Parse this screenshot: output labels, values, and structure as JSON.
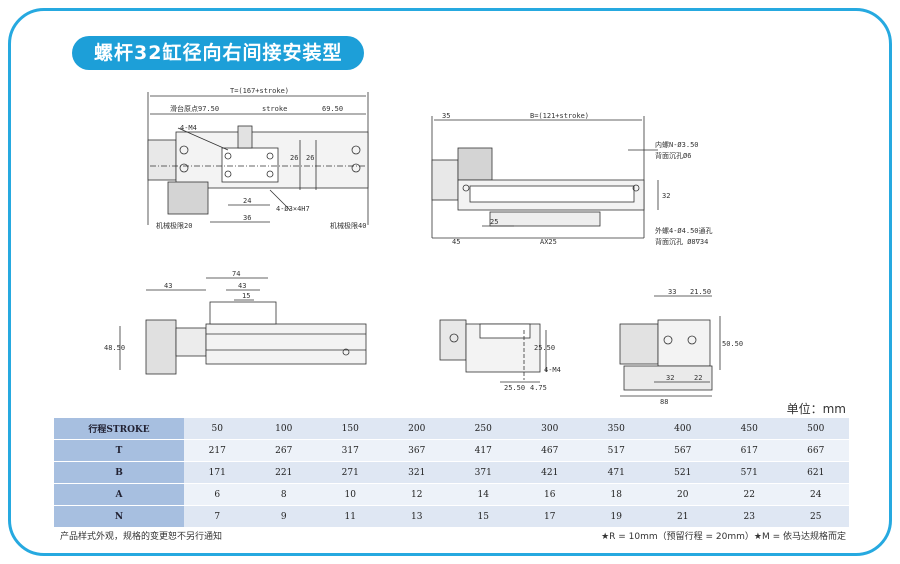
{
  "title": "螺杆32缸径向右间接安装型",
  "unit_label": "单位：mm",
  "footnote_left": "产品样式外观，规格的变更恕不另行通知",
  "footnote_right": "★R = 10mm（预留行程 = 20mm）★M = 依马达规格而定",
  "drawing_labels": {
    "t_dim": "T=(167+stroke)",
    "origin": "滑台原点97.50",
    "stroke": "stroke",
    "d6950": "69.50",
    "m4": "4-M4",
    "d24": "24",
    "d36": "36",
    "hole": "4-Ø3×4H7",
    "limit_left": "机械极限20",
    "limit_right": "机械极限40",
    "d26a": "26",
    "d26b": "26",
    "d35": "35",
    "b_dim": "B=(121+stroke)",
    "inner_thread": "内螺N-Ø3.50",
    "counterbore6": "背面沉孔Ø6",
    "d25": "25",
    "d32": "32",
    "d45": "45",
    "ax25": "AX25",
    "outer_hole": "外螺4-Ø4.50通孔",
    "counterbore8": "背面沉孔 Ø8∇34",
    "d43": "43",
    "d74": "74",
    "d43b": "43",
    "d15": "15",
    "d4850": "48.50",
    "d2550": "25.50",
    "d2550b": "25.50",
    "d475": "4.75",
    "m4b": "4-M4",
    "d33": "33",
    "d2150": "21.50",
    "d5050": "50.50",
    "d32b": "32",
    "d22": "22",
    "d88": "88"
  },
  "table": {
    "rows": [
      {
        "header": "行程STROKE",
        "values": [
          "50",
          "100",
          "150",
          "200",
          "250",
          "300",
          "350",
          "400",
          "450",
          "500"
        ]
      },
      {
        "header": "T",
        "values": [
          "217",
          "267",
          "317",
          "367",
          "417",
          "467",
          "517",
          "567",
          "617",
          "667"
        ]
      },
      {
        "header": "B",
        "values": [
          "171",
          "221",
          "271",
          "321",
          "371",
          "421",
          "471",
          "521",
          "571",
          "621"
        ]
      },
      {
        "header": "A",
        "values": [
          "6",
          "8",
          "10",
          "12",
          "14",
          "16",
          "18",
          "20",
          "22",
          "24"
        ]
      },
      {
        "header": "N",
        "values": [
          "7",
          "9",
          "11",
          "13",
          "15",
          "17",
          "19",
          "21",
          "23",
          "25"
        ]
      }
    ]
  },
  "colors": {
    "frame": "#26a9e0",
    "title_bg": "#1d9fd8",
    "header_cell": "#a7bfe0",
    "row_light": "#dfe7f3"
  }
}
